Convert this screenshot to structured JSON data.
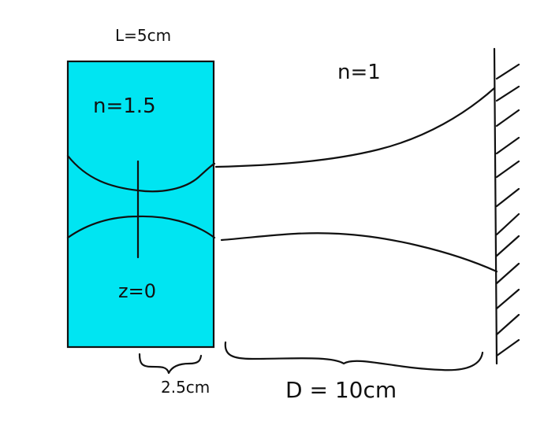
{
  "labels": {
    "length": "L=5cm",
    "index_outside": "n=1",
    "index_inside": "n=1.5",
    "waist_position": "z=0",
    "half_length": "2.5cm",
    "distance": "D = 10cm"
  },
  "colors": {
    "slab_fill": "#00e5f2",
    "ink": "#111111",
    "background": "#ffffff"
  }
}
